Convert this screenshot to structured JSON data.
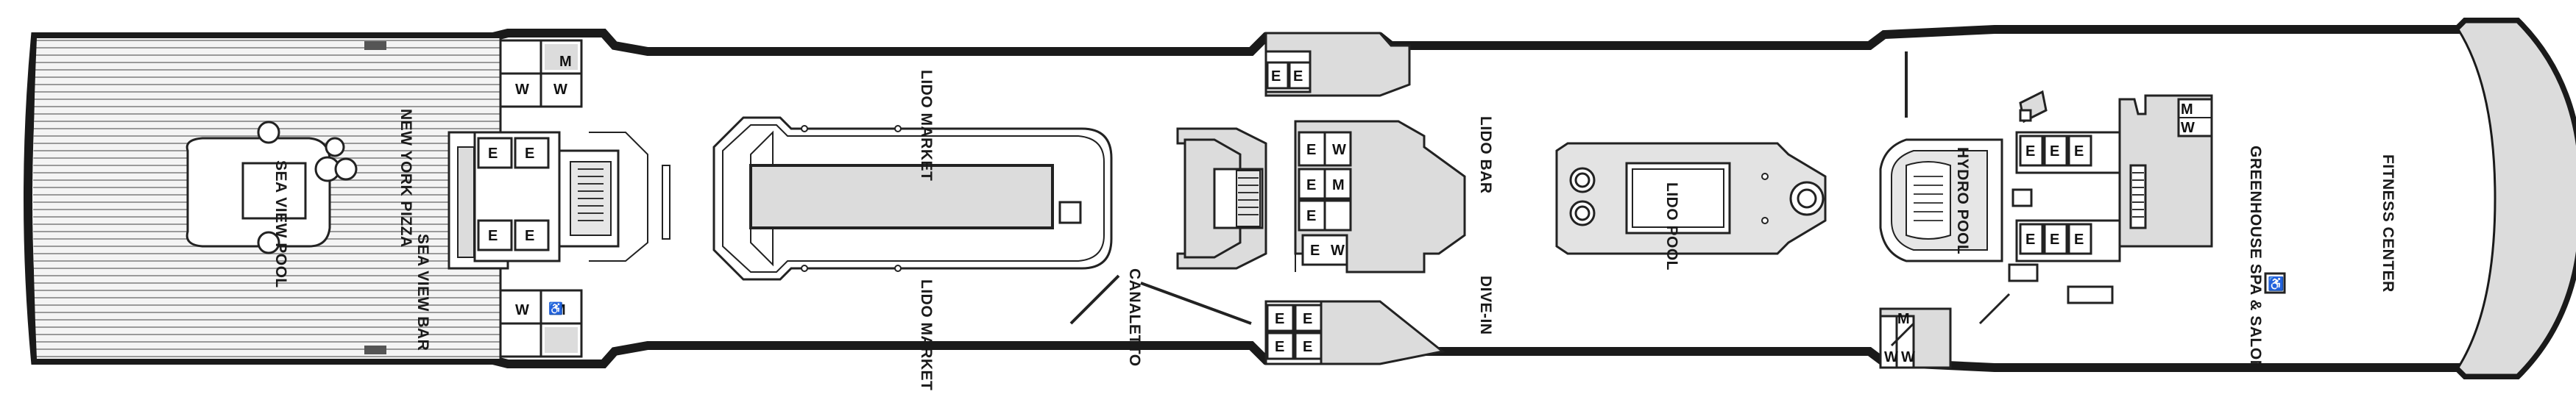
{
  "areas": {
    "sea_view_pool": "SEA VIEW POOL",
    "new_york_pizza": "NEW YORK PIZZA",
    "sea_view_bar": "SEA VIEW BAR",
    "lido_market_top": "LIDO MARKET",
    "lido_market_bottom": "LIDO MARKET",
    "canaletto": "CANALETTO",
    "lido_bar": "LIDO BAR",
    "dive_in": "DIVE-IN",
    "lido_pool": "LIDO POOL",
    "hydro_pool": "HYDRO POOL",
    "greenhouse_spa": "GREENHOUSE SPA & SALON",
    "fitness_center": "FITNESS CENTER"
  },
  "marks": {
    "women": "W",
    "men": "M",
    "elevator": "E"
  },
  "colors": {
    "hull": "#1a1a1a",
    "deck_fill": "#ffffff",
    "area_fill": "#dcdcdc",
    "teak_lines": "#b5b5b5"
  },
  "icons": [
    "accessible-icon"
  ]
}
